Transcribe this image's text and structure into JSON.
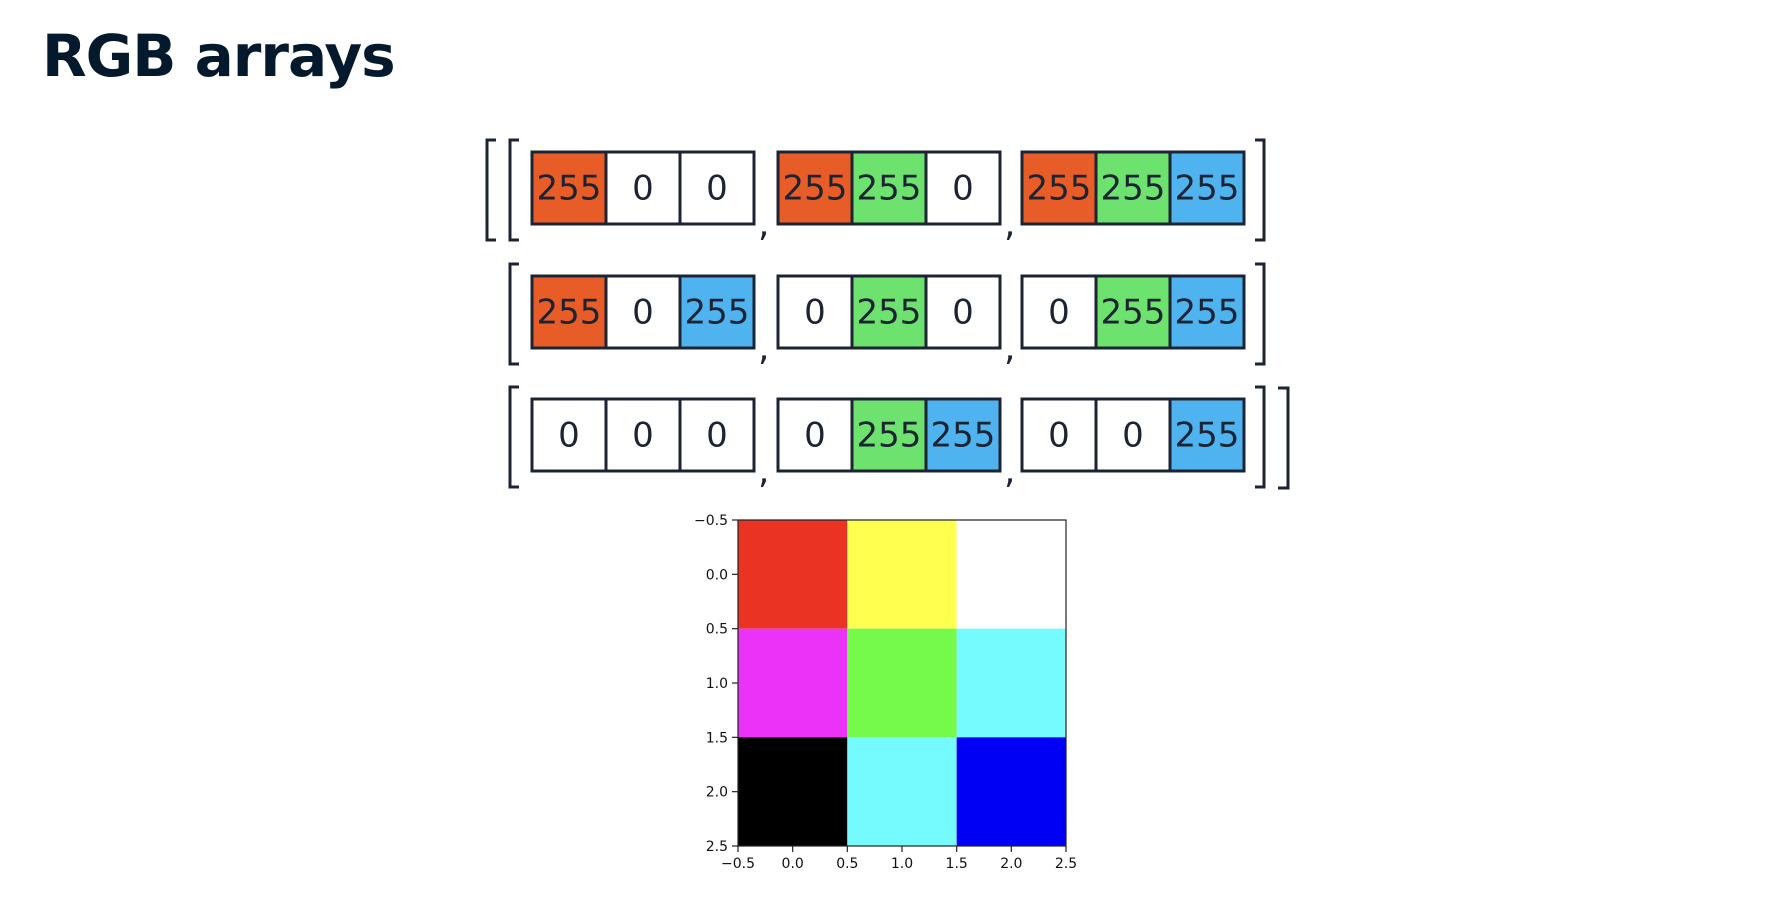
{
  "page": {
    "title": "RGB arrays"
  },
  "array": {
    "rows": [
      [
        [
          "255",
          "0",
          "0"
        ],
        [
          "255",
          "255",
          "0"
        ],
        [
          "255",
          "255",
          "255"
        ]
      ],
      [
        [
          "255",
          "0",
          "255"
        ],
        [
          "0",
          "255",
          "0"
        ],
        [
          "0",
          "255",
          "255"
        ]
      ],
      [
        [
          "0",
          "0",
          "0"
        ],
        [
          "0",
          "255",
          "255"
        ],
        [
          "0",
          "0",
          "255"
        ]
      ]
    ],
    "channel_colors": {
      "red": "#e85d27",
      "green": "#6de26e",
      "blue": "#4fb3f0",
      "off": "#ffffff"
    },
    "separator": ","
  },
  "chart_data": {
    "type": "heatmap",
    "title": "",
    "xlabel": "",
    "ylabel": "",
    "xlim": [
      -0.5,
      2.5
    ],
    "ylim": [
      2.5,
      -0.5
    ],
    "x_ticks": [
      "-0.5",
      "0.0",
      "0.5",
      "1.0",
      "1.5",
      "2.0",
      "2.5"
    ],
    "y_ticks": [
      "-0.5",
      "0.0",
      "0.5",
      "1.0",
      "1.5",
      "2.0",
      "2.5"
    ],
    "pixels": [
      [
        "#ea3323",
        "#ffff4f",
        "#ffffff"
      ],
      [
        "#ea33f7",
        "#75fa4c",
        "#75fbfd"
      ],
      [
        "#000000",
        "#75fbfd",
        "#0000f5"
      ]
    ]
  }
}
